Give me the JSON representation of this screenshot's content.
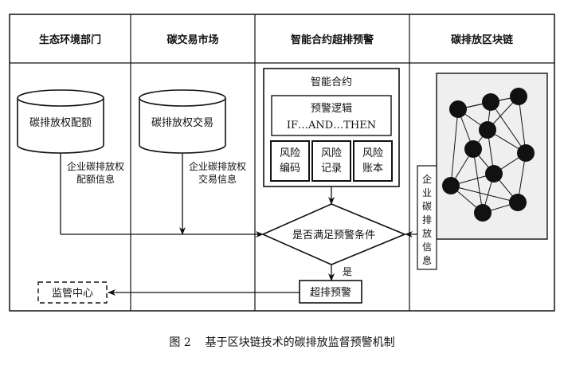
{
  "lanes": [
    {
      "id": "ecology",
      "title": "生态环境部门"
    },
    {
      "id": "carbon_market",
      "title": "碳交易市场"
    },
    {
      "id": "smart_contract",
      "title": "智能合约超排预警"
    },
    {
      "id": "blockchain",
      "title": "碳排放区块链"
    }
  ],
  "nodes": {
    "quota_db": "碳排放权配额",
    "trade_db": "碳排放权交易",
    "smart_contract_title": "智能合约",
    "warning_logic_title": "预警逻辑",
    "warning_logic_rule": "IF…AND…THEN",
    "risk_code": [
      "风险",
      "编码"
    ],
    "risk_record": [
      "风险",
      "记录"
    ],
    "risk_ledger": [
      "风险",
      "账本"
    ],
    "decision": "是否满足预警条件",
    "over_warning": "超排预警",
    "supervision_center": "监管中心"
  },
  "edge_labels": {
    "quota_info": [
      "企业碳排放权",
      "配额信息"
    ],
    "trade_info": [
      "企业碳排放权",
      "交易信息"
    ],
    "enterprise_info": [
      "企",
      "业",
      "碳",
      "排",
      "放",
      "信",
      "息"
    ],
    "yes": "是"
  },
  "caption": "图 2    基于区块链技术的碳排放监督预警机制"
}
